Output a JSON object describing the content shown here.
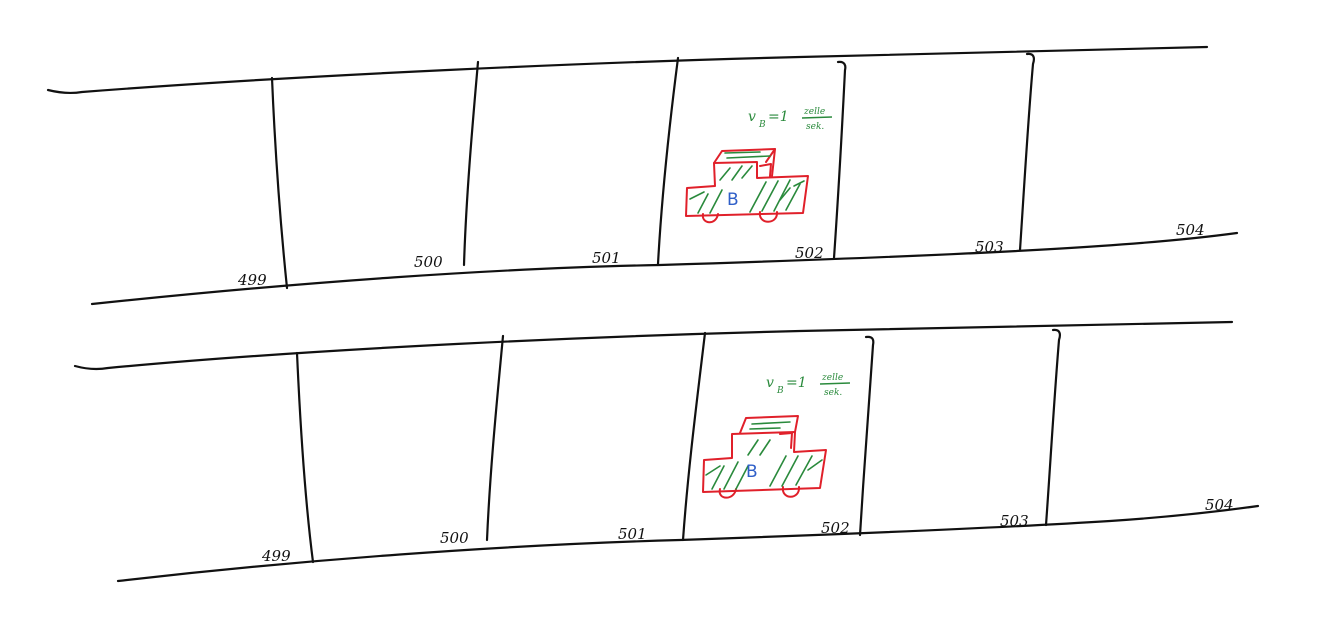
{
  "rows": [
    {
      "cells": [
        "499",
        "500",
        "501",
        "502",
        "503",
        "504"
      ],
      "car": {
        "letter": "B",
        "speed_prefix": "v",
        "speed_sub": "B",
        "speed_value": "=1",
        "unit_top": "zelle",
        "unit_bottom": "sek."
      }
    },
    {
      "cells": [
        "499",
        "500",
        "501",
        "502",
        "503",
        "504"
      ],
      "car": {
        "letter": "B",
        "speed_prefix": "v",
        "speed_sub": "B",
        "speed_value": "=1",
        "unit_top": "zelle",
        "unit_bottom": "sek."
      }
    }
  ],
  "colors": {
    "road": "#111111",
    "car_outline": "#e0202a",
    "hatch": "#2a8a3c",
    "letter": "#2f5fc8"
  }
}
